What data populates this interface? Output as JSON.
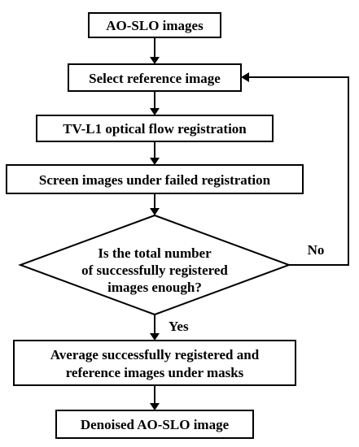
{
  "flowchart": {
    "steps": [
      {
        "label": "AO-SLO images"
      },
      {
        "label": "Select reference image"
      },
      {
        "label": "TV-L1 optical flow registration"
      },
      {
        "label": "Screen images under failed registration"
      },
      {
        "label": "Average successfully registered and",
        "label_line2": "reference images under masks"
      },
      {
        "label": "Denoised AO-SLO image"
      }
    ],
    "decision": {
      "line1": "Is the total number",
      "line2": "of successfully registered",
      "line3": "images enough?"
    },
    "edges": {
      "yes_label": "Yes",
      "no_label": "No"
    }
  }
}
